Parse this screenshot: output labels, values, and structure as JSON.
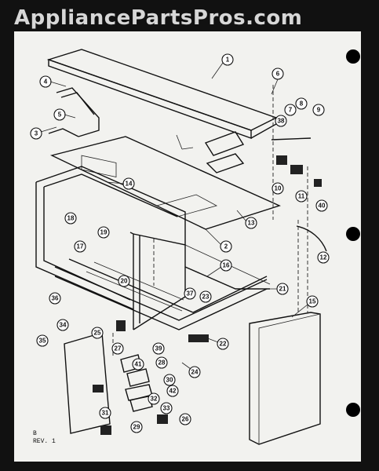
{
  "watermark": "AppliancePartsPros.com",
  "revision": {
    "mark": "B",
    "label": "REV. 1"
  },
  "part_callouts": [
    "1",
    "2",
    "3",
    "4",
    "5",
    "6",
    "7",
    "8",
    "9",
    "10",
    "11",
    "12",
    "13",
    "14",
    "15",
    "16",
    "17",
    "18",
    "19",
    "20",
    "21",
    "22",
    "23",
    "24",
    "25",
    "26",
    "27",
    "28",
    "29",
    "30",
    "31",
    "32",
    "33",
    "34",
    "35",
    "36",
    "37",
    "38",
    "39",
    "40",
    "41",
    "42"
  ]
}
